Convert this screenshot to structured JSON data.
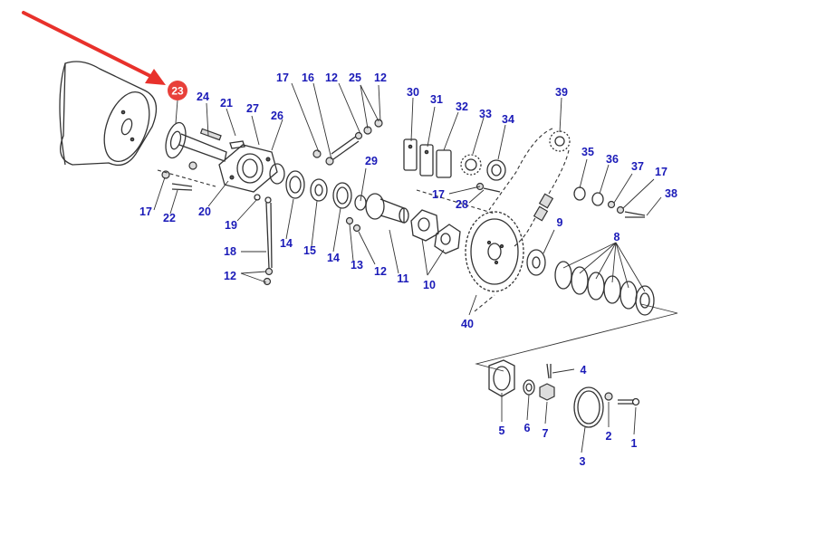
{
  "diagram": {
    "highlight": {
      "label": "23",
      "badge_color": "#e8403a",
      "arrow_color": "#e8312b"
    },
    "callout_color": "#1a1ab8",
    "callouts": {
      "n1": "1",
      "n2": "2",
      "n3": "3",
      "n4": "4",
      "n5": "5",
      "n6": "6",
      "n7": "7",
      "n8": "8",
      "n9": "9",
      "n10": "10",
      "n11": "11",
      "n12a": "12",
      "n12b": "12",
      "n12c": "12",
      "n12d": "12",
      "n13": "13",
      "n14a": "14",
      "n14b": "14",
      "n15": "15",
      "n16": "16",
      "n17a": "17",
      "n17b": "17",
      "n17c": "17",
      "n18": "18",
      "n19": "19",
      "n20": "20",
      "n21": "21",
      "n22": "22",
      "n24": "24",
      "n25": "25",
      "n26": "26",
      "n27": "27",
      "n28": "28",
      "n29": "29",
      "n30": "30",
      "n31": "31",
      "n32": "32",
      "n33": "33",
      "n34": "34",
      "n35": "35",
      "n36": "36",
      "n37": "37",
      "n38": "38",
      "n39": "39",
      "n40": "40"
    }
  }
}
